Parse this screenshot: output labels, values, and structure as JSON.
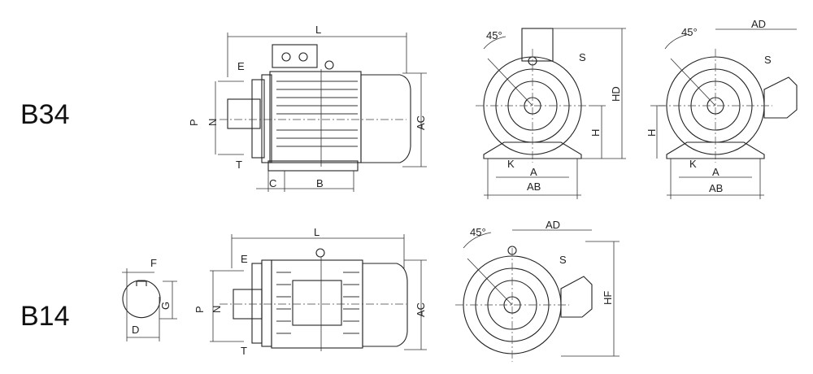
{
  "rows": {
    "b34": "B34",
    "b14": "B14"
  },
  "b34_side": {
    "L": "L",
    "E": "E",
    "P": "P",
    "N": "N",
    "T": "T",
    "C": "C",
    "B": "B",
    "AC": "AC"
  },
  "b34_front": {
    "angle": "45°",
    "S": "S",
    "HD": "HD",
    "H": "H",
    "K": "K",
    "A": "A",
    "AB": "AB"
  },
  "b34_front2": {
    "angle": "45°",
    "AD": "AD",
    "S": "S",
    "H": "H",
    "K": "K",
    "A": "A",
    "AB": "AB"
  },
  "b14_shaft": {
    "F": "F",
    "G": "G",
    "D": "D"
  },
  "b14_side": {
    "L": "L",
    "E": "E",
    "P": "P",
    "N": "N",
    "T": "T",
    "AC": "AC"
  },
  "b14_front": {
    "angle": "45°",
    "AD": "AD",
    "S": "S",
    "HF": "HF"
  },
  "colors": {
    "line": "#222222",
    "background": "#ffffff"
  }
}
